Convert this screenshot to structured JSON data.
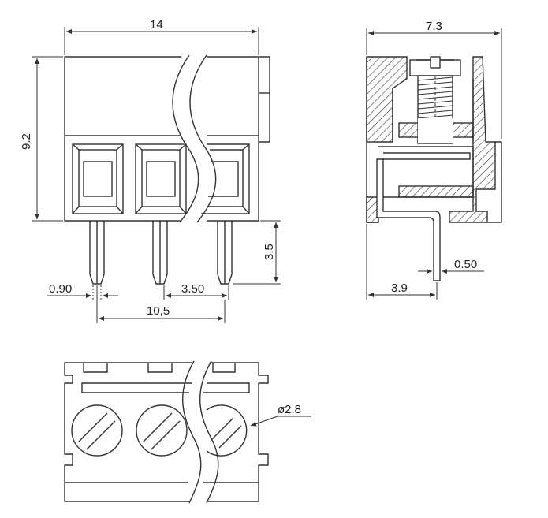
{
  "colors": {
    "line": "#333333",
    "background": "#ffffff"
  },
  "front_view": {
    "width_dim": "14",
    "height_dim": "9.2",
    "pin_length_dim": "3.5",
    "pin_width_dim": "0.90",
    "pitch_dim": "3.50",
    "span_dim": "10,5"
  },
  "side_view": {
    "depth_dim": "7.3",
    "pin_offset_dim": "3.9",
    "pin_thickness_dim": "0.50"
  },
  "top_view": {
    "screw_dia_dim": "ø2.8"
  }
}
